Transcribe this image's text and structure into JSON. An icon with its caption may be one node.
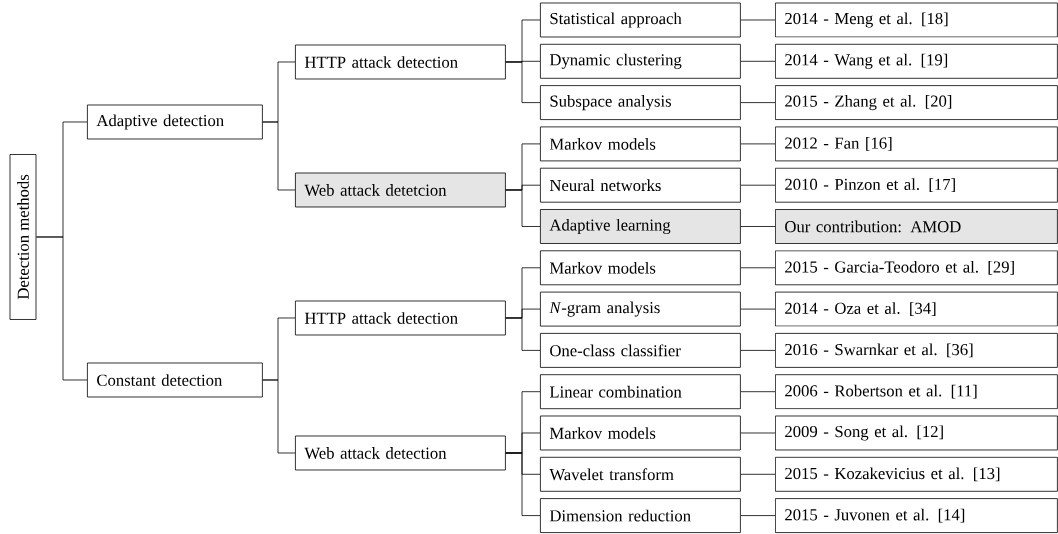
{
  "diagram": {
    "nodes": [
      {
        "text": [
          "Detection methods"
        ]
      },
      {
        "text": [
          "Adaptive detection"
        ]
      },
      {
        "text": [
          "Constant detection"
        ]
      },
      {
        "text": [
          "HTTP attack detection"
        ]
      },
      {
        "text": [
          "Web attack detetcion"
        ]
      },
      {
        "text": [
          "HTTP attack detection"
        ]
      },
      {
        "text": [
          "Web attack detection"
        ]
      },
      {
        "text": [
          "Statistical approach"
        ]
      },
      {
        "text": [
          "Dynamic clustering"
        ]
      },
      {
        "text": [
          "Subspace analysis"
        ]
      },
      {
        "text": [
          "Markov models"
        ]
      },
      {
        "text": [
          "Neural networks"
        ]
      },
      {
        "text": [
          "Adaptive learning"
        ]
      },
      {
        "text": [
          "Markov models"
        ]
      },
      {
        "text": [
          "*N*-gram analysis"
        ]
      },
      {
        "text": [
          "One-class classifier"
        ]
      },
      {
        "text": [
          "Linear combination"
        ]
      },
      {
        "text": [
          "Markov models"
        ]
      },
      {
        "text": [
          "Wavelet transform"
        ]
      },
      {
        "text": [
          "Dimension reduction"
        ]
      },
      {
        "text": [
          "2014 - Meng et al. [18]"
        ]
      },
      {
        "text": [
          "2014 - Wang et al. [19]"
        ]
      },
      {
        "text": [
          "2015 - Zhang et al. [20]"
        ]
      },
      {
        "text": [
          "2012 - Fan [16]"
        ]
      },
      {
        "text": [
          "2010 - Pinzon et al. [17]"
        ]
      },
      {
        "text": [
          "Our contribution: AMOD"
        ]
      },
      {
        "text": [
          "2015 - Garcia-Teodoro et al. [29]"
        ]
      },
      {
        "text": [
          "2014 - Oza et al. [34]"
        ]
      },
      {
        "text": [
          "2016 - Swarnkar et al. [36]"
        ]
      },
      {
        "text": [
          "2006 - Robertson et al. [11]"
        ]
      },
      {
        "text": [
          "2009 - Song et al. [12]"
        ]
      },
      {
        "text": [
          "2015 - Kozakevicius et al. [13]"
        ]
      },
      {
        "text": [
          "2015 - Juvonen et al. [14]"
        ]
      }
    ],
    "edges": [
      {
        "from": 0,
        "to": 1,
        "arrow": "none"
      },
      {
        "from": 0,
        "to": 2,
        "arrow": "none"
      },
      {
        "from": 1,
        "to": 3,
        "arrow": "none"
      },
      {
        "from": 1,
        "to": 4,
        "arrow": "none"
      },
      {
        "from": 2,
        "to": 5,
        "arrow": "none"
      },
      {
        "from": 2,
        "to": 6,
        "arrow": "none"
      },
      {
        "from": 3,
        "to": 7,
        "arrow": "none"
      },
      {
        "from": 3,
        "to": 8,
        "arrow": "none"
      },
      {
        "from": 3,
        "to": 9,
        "arrow": "none"
      },
      {
        "from": 4,
        "to": 10,
        "arrow": "none"
      },
      {
        "from": 4,
        "to": 11,
        "arrow": "none"
      },
      {
        "from": 4,
        "to": 12,
        "arrow": "none"
      },
      {
        "from": 5,
        "to": 13,
        "arrow": "none"
      },
      {
        "from": 5,
        "to": 14,
        "arrow": "none"
      },
      {
        "from": 5,
        "to": 15,
        "arrow": "none"
      },
      {
        "from": 6,
        "to": 16,
        "arrow": "none"
      },
      {
        "from": 6,
        "to": 17,
        "arrow": "none"
      },
      {
        "from": 6,
        "to": 18,
        "arrow": "none"
      },
      {
        "from": 6,
        "to": 19,
        "arrow": "none"
      },
      {
        "from": 7,
        "to": 20,
        "arrow": "none"
      },
      {
        "from": 8,
        "to": 21,
        "arrow": "none"
      },
      {
        "from": 9,
        "to": 22,
        "arrow": "none"
      },
      {
        "from": 10,
        "to": 23,
        "arrow": "none"
      },
      {
        "from": 11,
        "to": 24,
        "arrow": "none"
      },
      {
        "from": 12,
        "to": 25,
        "arrow": "none"
      },
      {
        "from": 13,
        "to": 26,
        "arrow": "none"
      },
      {
        "from": 14,
        "to": 27,
        "arrow": "none"
      },
      {
        "from": 15,
        "to": 28,
        "arrow": "none"
      },
      {
        "from": 16,
        "to": 29,
        "arrow": "none"
      },
      {
        "from": 17,
        "to": 30,
        "arrow": "none"
      },
      {
        "from": 18,
        "to": 31,
        "arrow": "none"
      },
      {
        "from": 19,
        "to": 32,
        "arrow": "none"
      }
    ]
  }
}
